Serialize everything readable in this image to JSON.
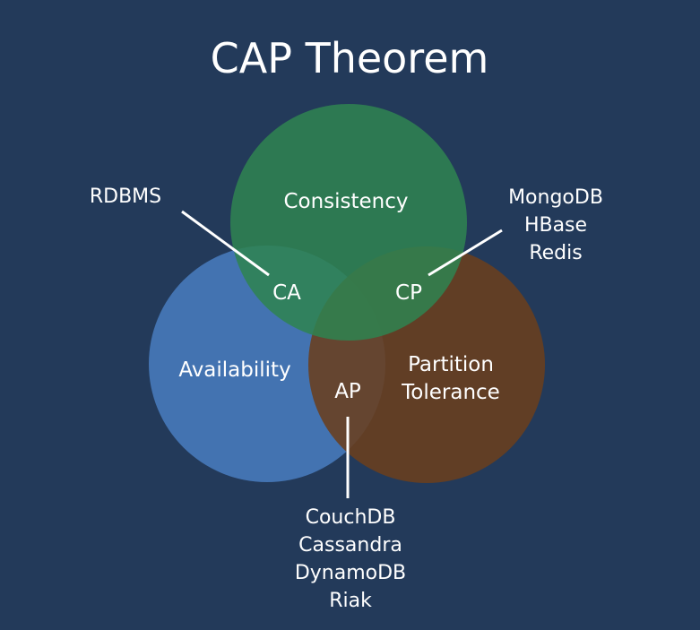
{
  "title": "CAP Theorem",
  "colors": {
    "background": "#233a5a",
    "consistency": "#2e8350",
    "availability": "#4677b8",
    "partition": "#6a3f1e",
    "line": "#ffffff",
    "text": "#ffffff"
  },
  "sets": {
    "consistency": "Consistency",
    "availability": "Availability",
    "partition_line1": "Partition",
    "partition_line2": "Tolerance"
  },
  "intersections": {
    "ca": "CA",
    "cp": "CP",
    "ap": "AP"
  },
  "systems": {
    "ca": [
      "RDBMS"
    ],
    "cp": [
      "MongoDB",
      "HBase",
      "Redis"
    ],
    "ap": [
      "CouchDB",
      "Cassandra",
      "DynamoDB",
      "Riak"
    ]
  }
}
